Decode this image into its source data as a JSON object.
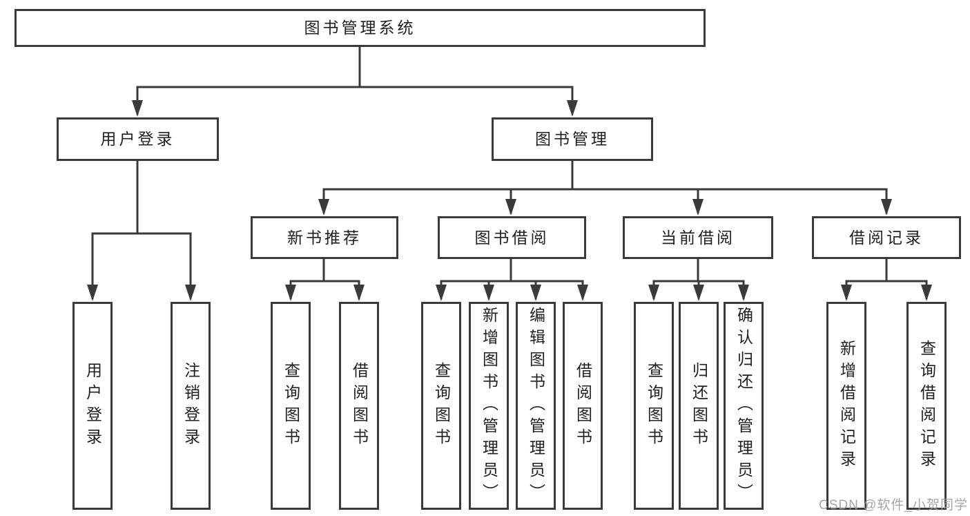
{
  "colors": {
    "line": "#3a3a3a",
    "text": "#1f1f1f",
    "box-bg": "#ffffff",
    "watermark": "#9d9d9d"
  },
  "watermark": "CSDN @软件_小贺同学",
  "tree": {
    "root": "图书管理系统",
    "branches": [
      {
        "label": "用户登录",
        "children": [
          "用户登录",
          "注销登录"
        ]
      },
      {
        "label": "图书管理",
        "groups": [
          {
            "label": "新书推荐",
            "children": [
              "查询图书",
              "借阅图书"
            ]
          },
          {
            "label": "图书借阅",
            "children": [
              "查询图书",
              "新增图书（管理员）",
              "编辑图书（管理员）",
              "借阅图书"
            ]
          },
          {
            "label": "当前借阅",
            "children": [
              "查询图书",
              "归还图书",
              "确认归还（管理员）"
            ]
          },
          {
            "label": "借阅记录",
            "children": [
              "新增借阅记录",
              "查询借阅记录"
            ]
          }
        ]
      }
    ]
  }
}
